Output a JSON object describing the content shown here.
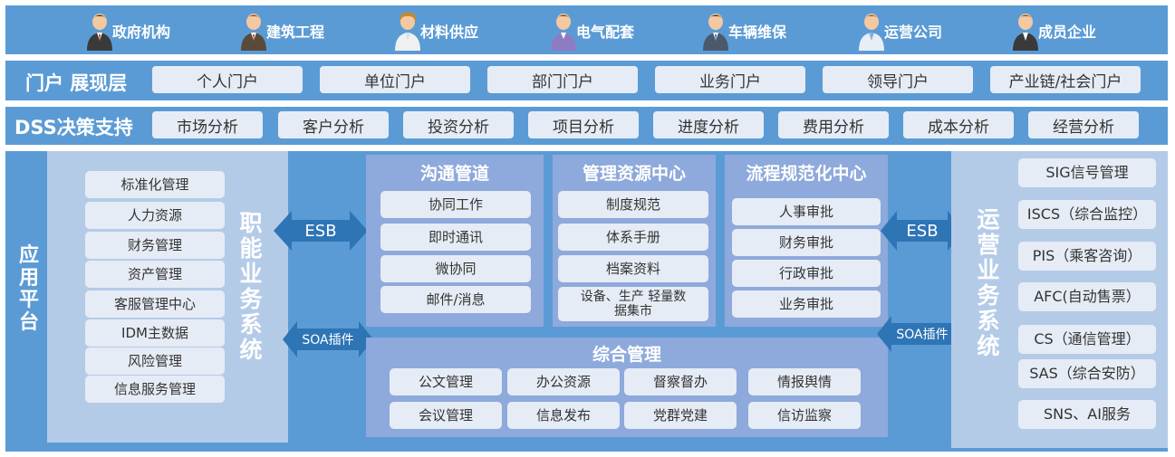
{
  "colors": {
    "band": "#5b9bd5",
    "panel_light": "#b4cbe8",
    "panel_mid": "#8ea9db",
    "item": "#e6ecf5",
    "arrow": "#2e75b6",
    "text_light": "#ffffff"
  },
  "users": [
    {
      "label": "政府机构",
      "icon": "person-icon"
    },
    {
      "label": "建筑工程",
      "icon": "person-icon"
    },
    {
      "label": "材料供应",
      "icon": "person-icon"
    },
    {
      "label": "电气配套",
      "icon": "person-icon"
    },
    {
      "label": "车辆维保",
      "icon": "person-icon"
    },
    {
      "label": "运营公司",
      "icon": "person-icon"
    },
    {
      "label": "成员企业",
      "icon": "person-icon"
    }
  ],
  "portal": {
    "title": "门户 展现层",
    "items": [
      "个人门户",
      "单位门户",
      "部门门户",
      "业务门户",
      "领导门户",
      "产业链/社会门户"
    ]
  },
  "dss": {
    "title": "DSS决策支持",
    "items": [
      "市场分析",
      "客户分析",
      "投资分析",
      "项目分析",
      "进度分析",
      "费用分析",
      "成本分析",
      "经营分析"
    ]
  },
  "app": {
    "title": "应用平台",
    "functional": {
      "title": "职能业务系统",
      "items": [
        "标准化管理",
        "人力资源",
        "财务管理",
        "资产管理",
        "客服管理中心",
        "IDM主数据",
        "风险管理",
        "信息服务管理"
      ]
    },
    "esb_left": "ESB",
    "soa_left": "SOA插件",
    "communication": {
      "title": "沟通管道",
      "items": [
        "协同工作",
        "即时通讯",
        "微协同",
        "邮件/消息"
      ]
    },
    "resource": {
      "title": "管理资源中心",
      "items": [
        "制度规范",
        "体系手册",
        "档案资料",
        "设备、生产 轻量数据集市"
      ]
    },
    "process": {
      "title": "流程规范化中心",
      "items": [
        "人事审批",
        "财务审批",
        "行政审批",
        "业务审批"
      ]
    },
    "integrated": {
      "title": "综合管理",
      "items": [
        "公文管理",
        "办公资源",
        "督察督办",
        "情报舆情",
        "会议管理",
        "信息发布",
        "党群党建",
        "信访监察"
      ]
    },
    "esb_right": "ESB",
    "soa_right": "SOA插件",
    "operations": {
      "title": "运营业务系统",
      "items": [
        "SIG信号管理",
        "ISCS（综合监控）",
        "PIS（乘客咨询）",
        "AFC(自动售票）",
        "CS（通信管理）",
        "SAS（综合安防）",
        "SNS、AI服务"
      ]
    }
  }
}
